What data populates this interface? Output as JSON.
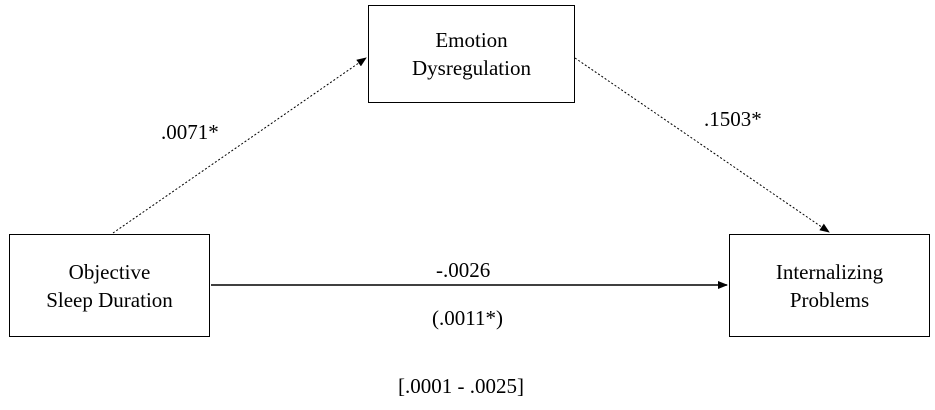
{
  "nodes": {
    "mediator": {
      "line1": "Emotion",
      "line2": "Dysregulation"
    },
    "predictor": {
      "line1": "Objective",
      "line2": "Sleep Duration"
    },
    "outcome": {
      "line1": "Internalizing",
      "line2": "Problems"
    }
  },
  "paths": {
    "a": ".0071*",
    "b": ".1503*",
    "c_direct": "-.0026",
    "c_total": "(.0011*)",
    "indirect_ci": "[.0001 - .0025]"
  },
  "colors": {
    "line": "#000000",
    "background": "#ffffff"
  }
}
